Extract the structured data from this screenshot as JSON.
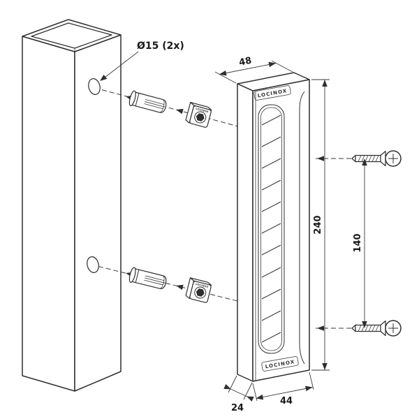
{
  "drawing": {
    "note_hole": "Ø15 (2x)",
    "brand": "LOCINOX",
    "dims": {
      "top_width": "48",
      "height": "240",
      "screw_spacing": "140",
      "bottom_depth": "24",
      "bottom_width": "44"
    },
    "colors": {
      "line": "#2f2f2f",
      "background": "#ffffff"
    }
  }
}
